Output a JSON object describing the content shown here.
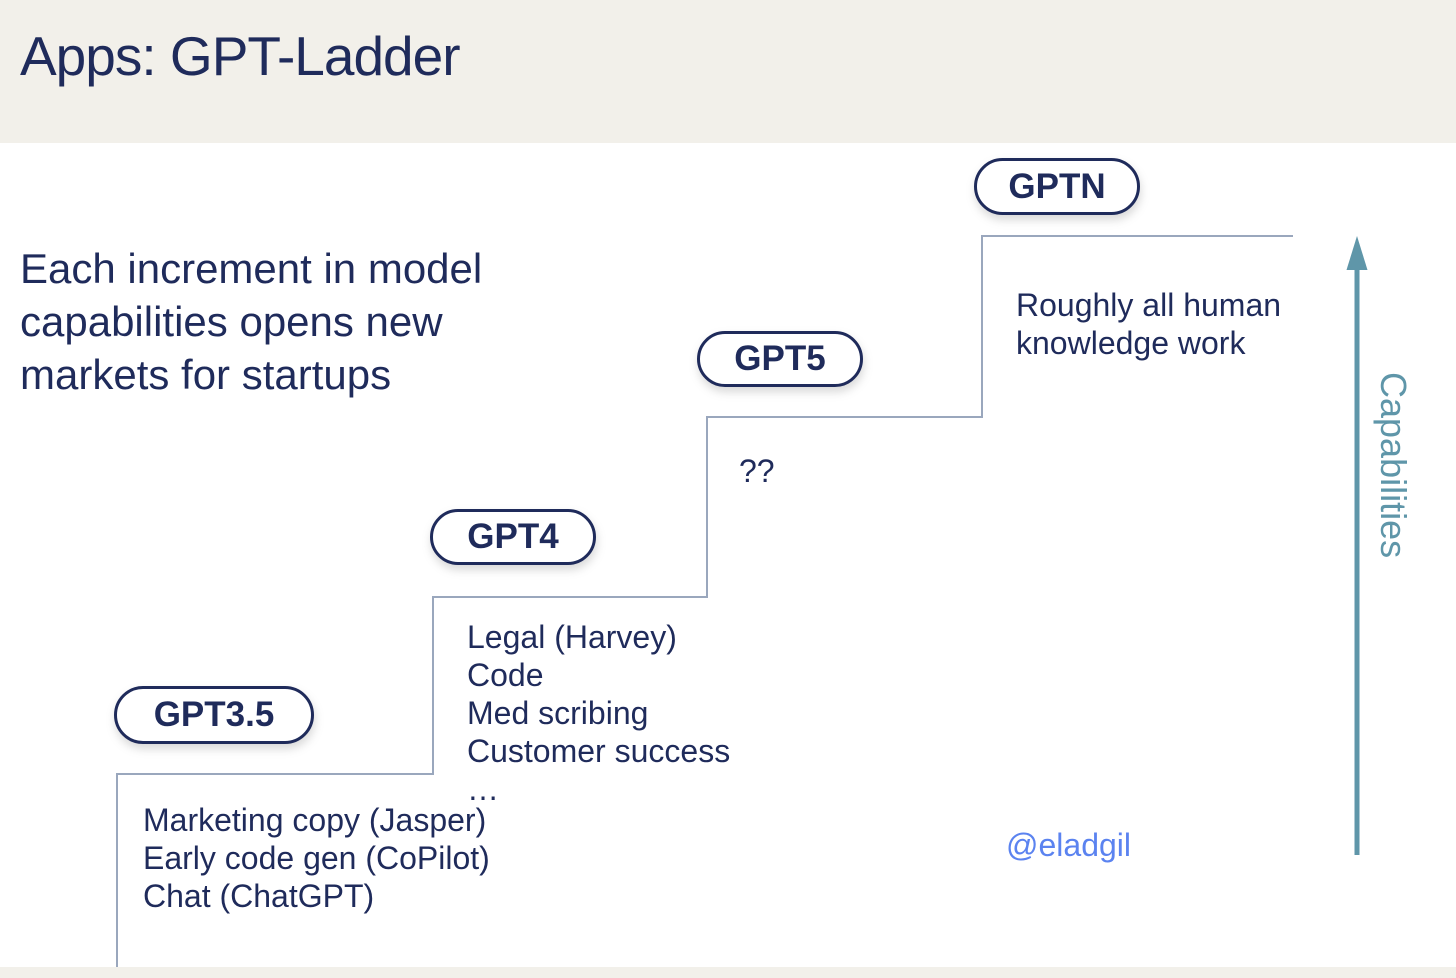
{
  "page": {
    "title": "Apps: GPT-Ladder",
    "intro": "Each increment in model capabilities opens new markets for startups",
    "attribution": "@eladgil"
  },
  "axis": {
    "label": "Capabilities",
    "direction": "up"
  },
  "steps": [
    {
      "label": "GPT3.5",
      "items": [
        "Marketing copy (Jasper)",
        "Early code gen (CoPilot)",
        "Chat (ChatGPT)"
      ]
    },
    {
      "label": "GPT4",
      "items": [
        "Legal (Harvey)",
        "Code",
        "Med scribing",
        "Customer success",
        "…"
      ]
    },
    {
      "label": "GPT5",
      "items": [
        "??"
      ]
    },
    {
      "label": "GPTN",
      "items": [
        "Roughly all human knowledge work"
      ]
    }
  ],
  "colors": {
    "navy_text": "#1f2b5b",
    "header_band": "#f2f0ea",
    "stair_line": "#9aa7bd",
    "capabilities_teal": "#5f96a9",
    "attribution_blue": "#5b83f0",
    "background": "#ffffff"
  }
}
